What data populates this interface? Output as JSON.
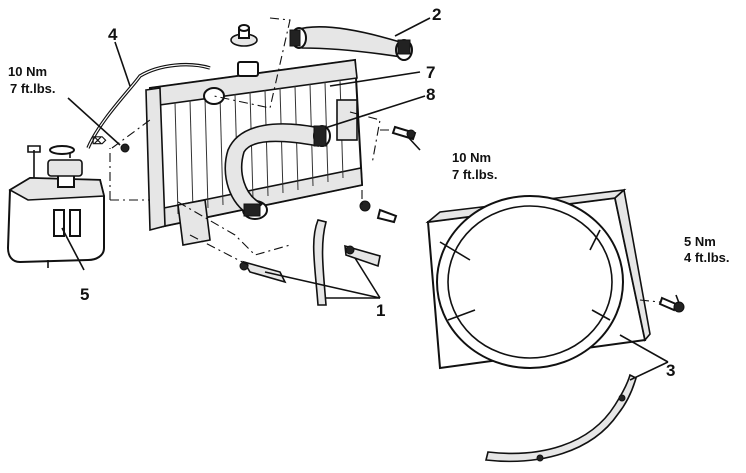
{
  "callouts": {
    "c1": "1",
    "c2": "2",
    "c3": "3",
    "c4": "4",
    "c5": "5",
    "c7": "7",
    "c8": "8"
  },
  "torque": {
    "left": {
      "nm": "10 Nm",
      "ftlbs": "7 ft.lbs."
    },
    "right": {
      "nm": "10 Nm",
      "ftlbs": "7 ft.lbs."
    },
    "shroud": {
      "nm": "5 Nm",
      "ftlbs": "4 ft.lbs."
    }
  }
}
